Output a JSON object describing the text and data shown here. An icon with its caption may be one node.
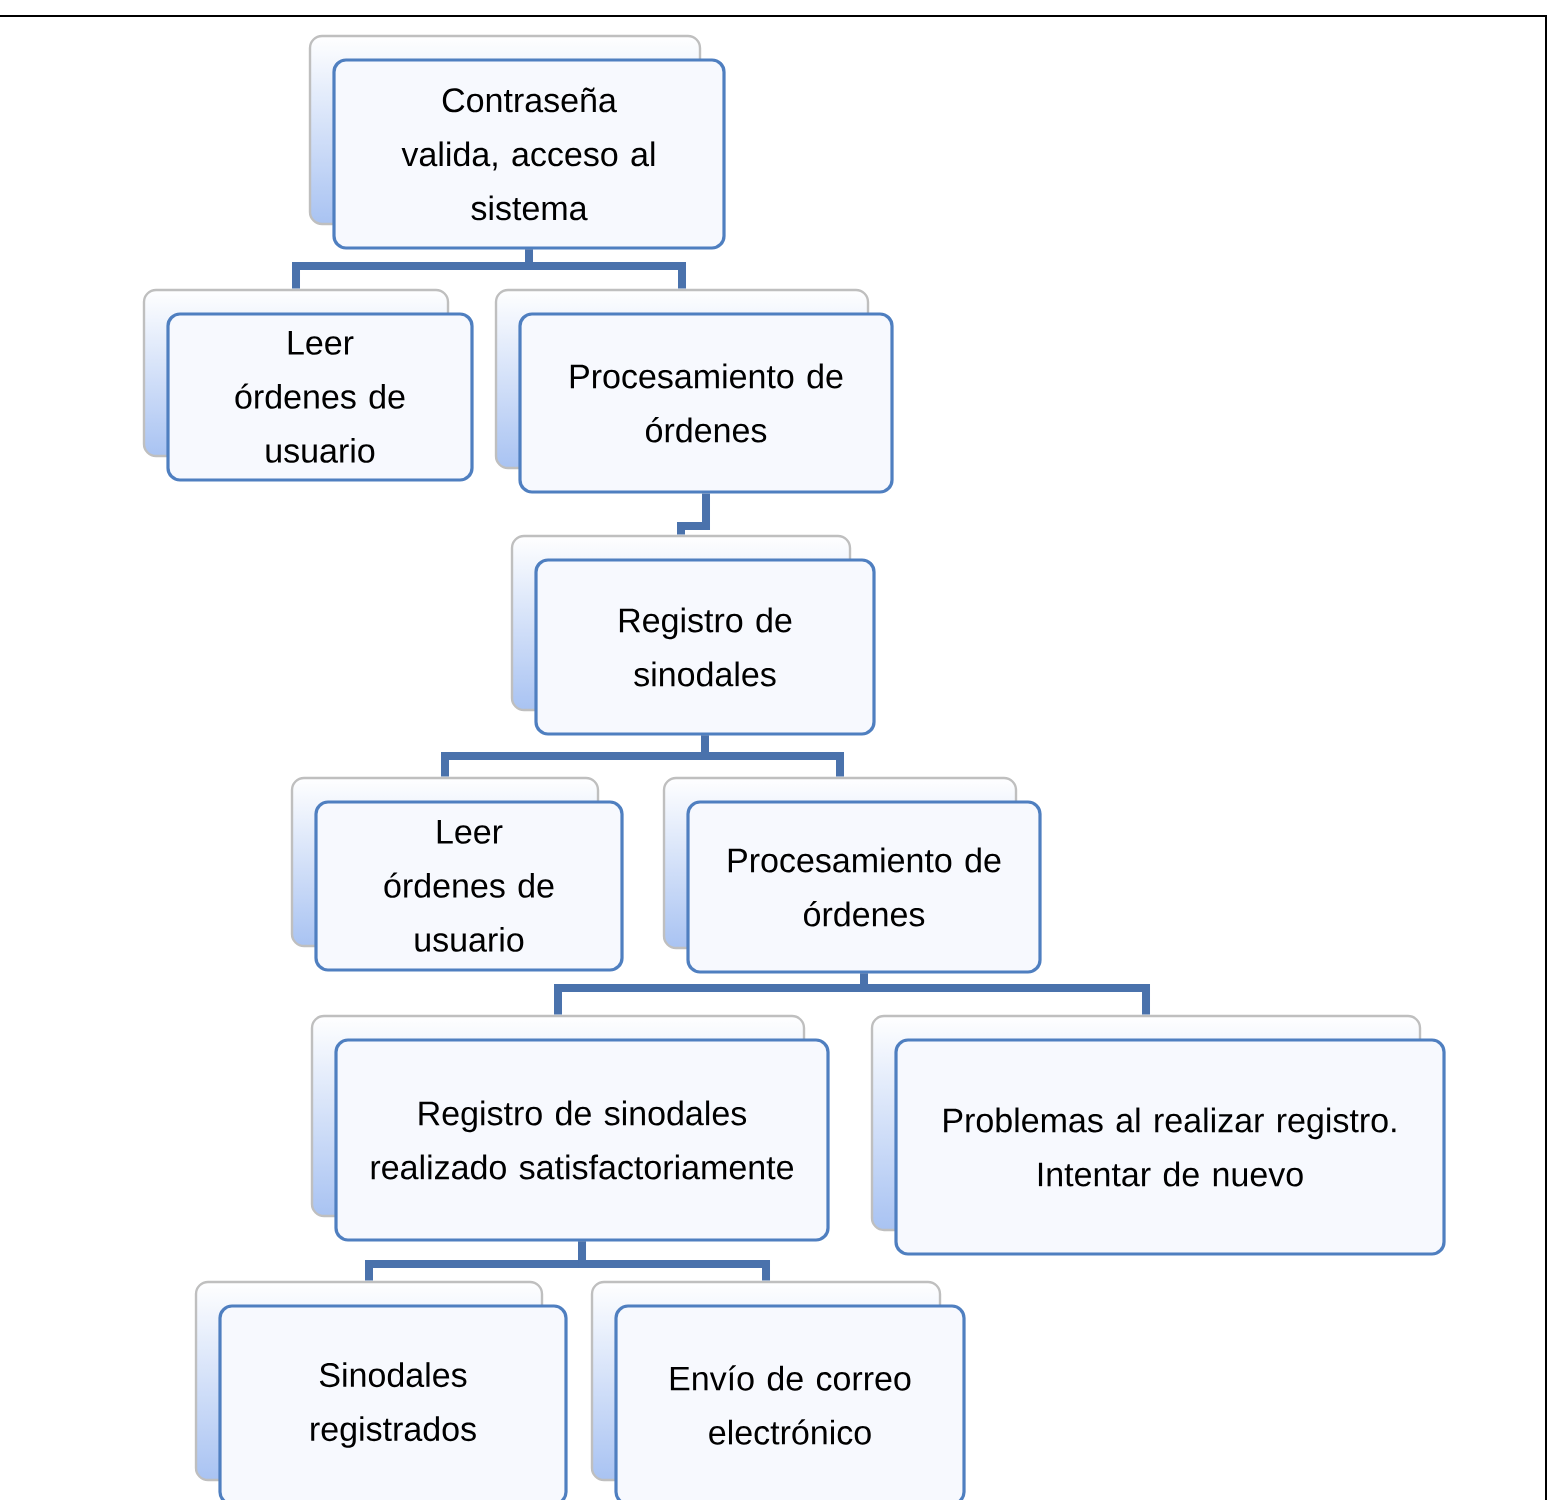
{
  "diagram": {
    "nodes": [
      {
        "text": [
          "Contraseña valida, acceso al sistema"
        ]
      },
      {
        "text": [
          "Leer órdenes de usuario"
        ]
      },
      {
        "text": [
          "Procesamiento de órdenes"
        ]
      },
      {
        "text": [
          "Registro de sinodales"
        ]
      },
      {
        "text": [
          "Leer órdenes de usuario"
        ]
      },
      {
        "text": [
          "Procesamiento de órdenes"
        ]
      },
      {
        "text": [
          "Registro de sinodales realizado satisfactoriamente"
        ]
      },
      {
        "text": [
          "Problemas al realizar registro. Intentar de nuevo"
        ]
      },
      {
        "text": [
          "Sinodales registrados"
        ]
      },
      {
        "text": [
          "Envío de correo electrónico"
        ]
      }
    ],
    "edges": [
      {
        "from": 0,
        "to": 1,
        "arrow": "none"
      },
      {
        "from": 0,
        "to": 2,
        "arrow": "none"
      },
      {
        "from": 2,
        "to": 3,
        "arrow": "none"
      },
      {
        "from": 3,
        "to": 4,
        "arrow": "none"
      },
      {
        "from": 3,
        "to": 5,
        "arrow": "none"
      },
      {
        "from": 5,
        "to": 6,
        "arrow": "none"
      },
      {
        "from": 5,
        "to": 7,
        "arrow": "none"
      },
      {
        "from": 6,
        "to": 8,
        "arrow": "none"
      },
      {
        "from": 6,
        "to": 9,
        "arrow": "none"
      }
    ]
  }
}
